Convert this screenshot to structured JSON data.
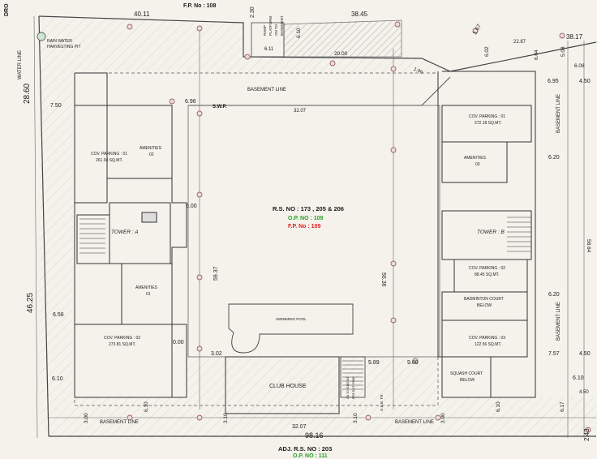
{
  "top_labels": {
    "fp_top": "F.P. No : 108",
    "dro": "DRO"
  },
  "site_text": {
    "rs_no": "R.S. NO : 173 , 205 & 206",
    "op_no": "O.P. NO : 109",
    "fp_no": "F.P. No : 109",
    "adj_rs": "ADJ. R.S. NO : 203",
    "adj_op": "O.P. NO : 111"
  },
  "labels": {
    "rain_water": "RAIN WATER",
    "harvesting_pit": "HARVESTING PIT",
    "water_line": "WATER LINE",
    "ramp_1": "RAMP",
    "ramp_2": "PLATFORM",
    "ramp_3": "ON TO",
    "ramp_4": "BASEMENT",
    "basement_line_top": "BASEMENT LINE",
    "swp": "S.W.P.",
    "cov_parking_01_left": "COV. PARKING : 01",
    "cov_parking_01_left_area": "261.04 SQ.MT.",
    "amenities_02": "AMENITIES",
    "amenities_02_no": "02",
    "tower_a": "TOWER : A",
    "amenities_01": "AMENITIES",
    "amenities_01_no": "01",
    "cov_parking_02_left": "COV. PARKING : 02",
    "cov_parking_02_left_area": "273.81 SQ.MT.",
    "swimming_pool": "SWIMMING POOL",
    "club_house": "CLUB HOUSE",
    "od_1": "OD TO SUBSTAT.",
    "od_2": "FIRE EXIT STAIR",
    "geb_tr": "G.E.B. TR.",
    "basement_line_bottom_left": "BASEMENT LINE",
    "basement_line_bottom_right": "BASEMENT LINE",
    "basement_line_right_1": "BASEMENT LINE",
    "basement_line_right_2": "BASEMENT LINE",
    "cov_parking_01_right": "COV. PARKING : 01",
    "cov_parking_01_right_area": "272.18 SQ.MT.",
    "amenities_03": "AMENITIES",
    "amenities_03_no": "03",
    "tower_b": "TOWER : B",
    "cov_parking_02_right": "COV. PARKING : 02",
    "cov_parking_02_right_area": "88.45 SQ.MT.",
    "badminton_1": "BADMINTON COURT",
    "badminton_2": "BELOW",
    "cov_parking_03_right": "COV. PARKING : 03",
    "cov_parking_03_right_area": "122.56 SQ.MT.",
    "squash_1": "SQUASH COURT",
    "squash_2": "BELOW"
  },
  "dims": {
    "d40_11": "40.11",
    "d2_30": "2.30",
    "d6_10a": "6.10",
    "d6_11": "6.11",
    "d38_45": "38.45",
    "d1_67": "1.67",
    "d22_87": "22.87",
    "d38_17": "38.17",
    "d20_00": "20.00",
    "d6_02": "6.02",
    "d6_04": "6.04",
    "d5_08": "5.08",
    "d6_08": "6.08",
    "d1_96": "1.96",
    "d28_60": "28.60",
    "d7_50": "7.50",
    "d6_96": "6.96",
    "d32_07a": "32.07",
    "d6_95": "6.95",
    "d4_50a": "4.50",
    "d6_20a": "6.20",
    "d6_00": "6.00",
    "d59_37": "59.37",
    "d56_36": "56.36",
    "d58_64": "58.64",
    "d6_20b": "6.20",
    "d46_25": "46.25",
    "d6_56": "6.56",
    "d0_00": "0.00",
    "d3_02": "3.02",
    "d5_89": "5.89",
    "d9_00": "9.00",
    "d7_57": "7.57",
    "d4_50b": "4.50",
    "d6_10b": "6.10",
    "d6_10c": "6.10",
    "d4_50c": "4.50",
    "d3_00a": "3.00",
    "d6_10d": "6.10",
    "d3_10a": "3.10",
    "d32_07b": "32.07",
    "d3_10b": "3.10",
    "d3_00b": "3.00",
    "d6_10e": "6.10",
    "d6_17": "6.17",
    "d98_16": "98.16",
    "d2_43": "2.43"
  },
  "colors": {
    "red": "#e01e1e",
    "green": "#2aa02a",
    "hatch": "#7fbf7f",
    "line": "#333333"
  }
}
